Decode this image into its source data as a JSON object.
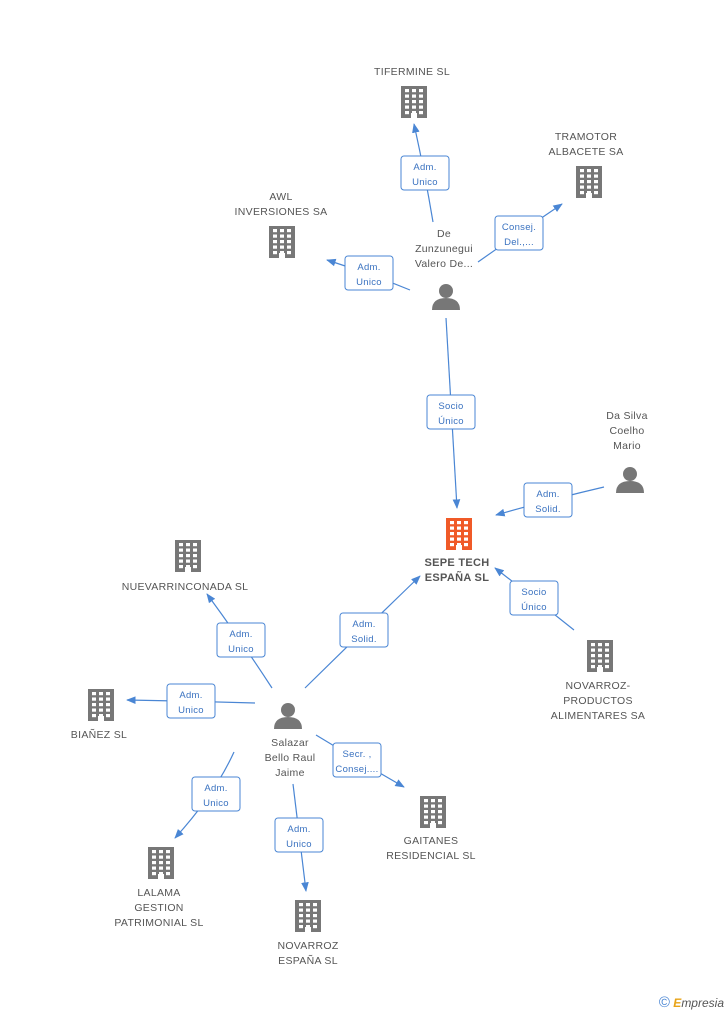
{
  "colors": {
    "edge": "#4a86d4",
    "company": "#777777",
    "central": "#f05a28",
    "person": "#777777"
  },
  "nodes": [
    {
      "id": "sepe",
      "kind": "company-central",
      "label": [
        "SEPE TECH",
        "ESPAÑA SL"
      ]
    },
    {
      "id": "tifermine",
      "kind": "company",
      "label": [
        "TIFERMINE SL"
      ]
    },
    {
      "id": "tramotor",
      "kind": "company",
      "label": [
        "TRAMOTOR",
        "ALBACETE SA"
      ]
    },
    {
      "id": "awl",
      "kind": "company",
      "label": [
        "AWL",
        "INVERSIONES SA"
      ]
    },
    {
      "id": "dezunzunegui",
      "kind": "person",
      "label": [
        "De",
        "Zunzunegui",
        "Valero De..."
      ]
    },
    {
      "id": "dasilva",
      "kind": "person",
      "label": [
        "Da Silva",
        "Coelho",
        "Mario"
      ]
    },
    {
      "id": "nuevarrinconada",
      "kind": "company",
      "label": [
        "NUEVARRINCONADA SL"
      ]
    },
    {
      "id": "novarroz_pa",
      "kind": "company",
      "label": [
        "NOVARROZ-",
        "PRODUCTOS",
        "ALIMENTARES SA"
      ]
    },
    {
      "id": "bianez",
      "kind": "company",
      "label": [
        "BIAÑEZ SL"
      ]
    },
    {
      "id": "salazar",
      "kind": "person",
      "label": [
        "Salazar",
        "Bello Raul",
        "Jaime"
      ]
    },
    {
      "id": "gaitanes",
      "kind": "company",
      "label": [
        "GAITANES",
        "RESIDENCIAL SL"
      ]
    },
    {
      "id": "lalama",
      "kind": "company",
      "label": [
        "LALAMA",
        "GESTION",
        "PATRIMONIAL SL"
      ]
    },
    {
      "id": "novarroz_es",
      "kind": "company",
      "label": [
        "NOVARROZ",
        "ESPAÑA SL"
      ]
    }
  ],
  "edges": [
    {
      "id": "e1",
      "from": "dezunzunegui",
      "to": "tifermine",
      "label": [
        "Adm.",
        "Unico"
      ]
    },
    {
      "id": "e2",
      "from": "dezunzunegui",
      "to": "tramotor",
      "label": [
        "Consej.",
        "Del.,..."
      ]
    },
    {
      "id": "e3",
      "from": "dezunzunegui",
      "to": "awl",
      "label": [
        "Adm.",
        "Unico"
      ]
    },
    {
      "id": "e4",
      "from": "dezunzunegui",
      "to": "sepe",
      "label": [
        "Socio",
        "Único"
      ]
    },
    {
      "id": "e5",
      "from": "dasilva",
      "to": "sepe",
      "label": [
        "Adm.",
        "Solid."
      ]
    },
    {
      "id": "e6",
      "from": "novarroz_pa",
      "to": "sepe",
      "label": [
        "Socio",
        "Único"
      ]
    },
    {
      "id": "e7",
      "from": "salazar",
      "to": "sepe",
      "label": [
        "Adm.",
        "Solid."
      ]
    },
    {
      "id": "e8",
      "from": "salazar",
      "to": "nuevarrinconada",
      "label": [
        "Adm.",
        "Unico"
      ]
    },
    {
      "id": "e9",
      "from": "salazar",
      "to": "bianez",
      "label": [
        "Adm.",
        "Unico"
      ]
    },
    {
      "id": "e10",
      "from": "salazar",
      "to": "gaitanes",
      "label": [
        "Secr. ,",
        "Consej...."
      ]
    },
    {
      "id": "e11",
      "from": "salazar",
      "to": "lalama",
      "label": [
        "Adm.",
        "Unico"
      ]
    },
    {
      "id": "e12",
      "from": "salazar",
      "to": "novarroz_es",
      "label": [
        "Adm.",
        "Unico"
      ]
    }
  ],
  "footer": {
    "copyright": "©",
    "brand_first": "E",
    "brand_rest": "mpresia"
  }
}
